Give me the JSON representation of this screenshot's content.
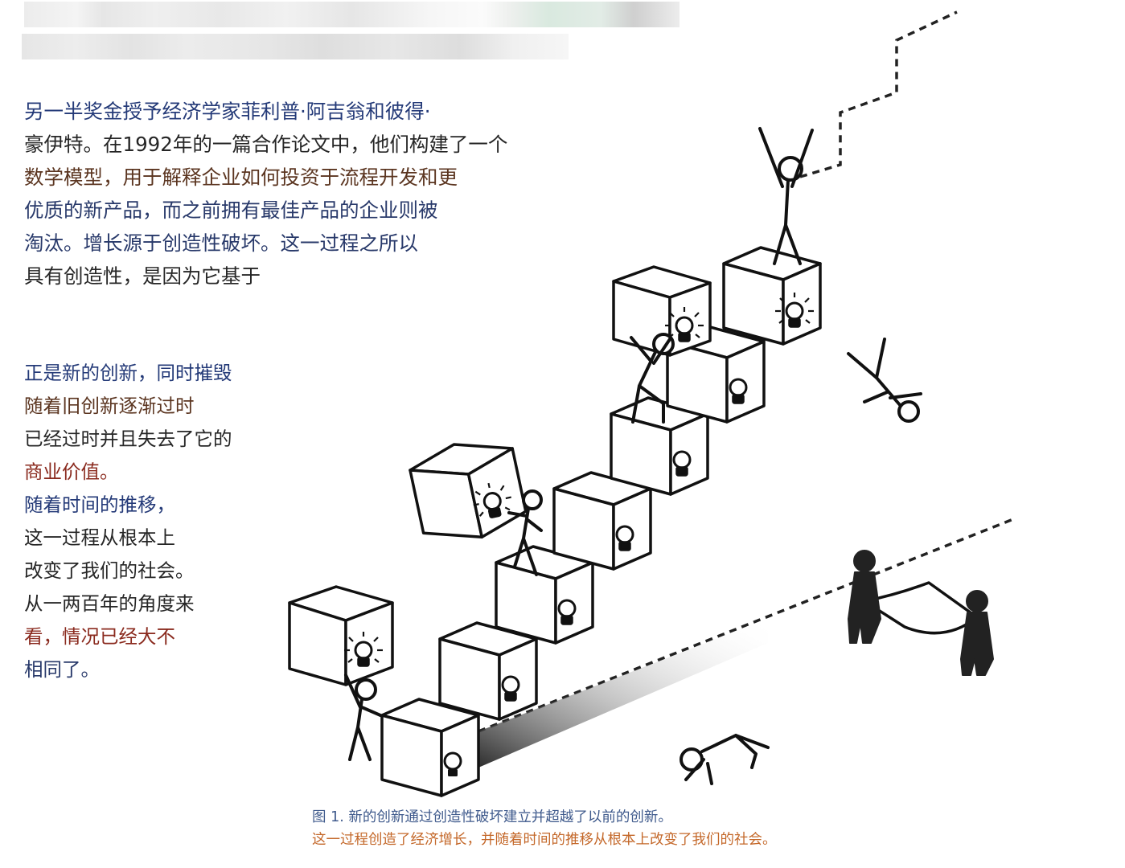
{
  "intro_paragraph": {
    "lines": [
      "另一半奖金授予经济学家菲利普·阿吉翁和彼得·",
      "豪伊特。在1992年的一篇合作论文中，他们构建了一个",
      "数学模型，用于解释企业如何投资于流程开发和更",
      "优质的新产品，而之前拥有最佳产品的企业则被",
      "淘汰。增长源于创造性破坏。这一过程之所以",
      "具有创造性，是因为它基于"
    ]
  },
  "second_paragraph": {
    "lines": [
      "正是新的创新，同时摧毁",
      "随着旧创新逐渐过时",
      "已经过时并且失去了它的",
      "商业价值。",
      "随着时间的推移，",
      "这一过程从根本上",
      "改变了我们的社会。",
      "从一两百年的角度来",
      "看，情况已经大不",
      "相同了。"
    ]
  },
  "figure": {
    "caption_line1": "图 1. 新的创新通过创造性破坏建立并超越了以前的创新。",
    "caption_line2": "这一过程创造了经济增长，并随着时间的推移从根本上改变了我们的社会。",
    "icons": {
      "block": "lightbulb-icon",
      "figures": [
        "person-carrying-box-icon",
        "person-climbing-icon",
        "person-celebrating-icon",
        "person-falling-icon",
        "person-crawling-icon",
        "people-holding-net-icon"
      ]
    }
  },
  "colors": {
    "navy_text": "#243a78",
    "dark_text": "#262626",
    "brown_text": "#5b3520",
    "red_text": "#8a2a1e",
    "caption_blue": "#3f5a8c",
    "caption_orange": "#c4682a"
  }
}
